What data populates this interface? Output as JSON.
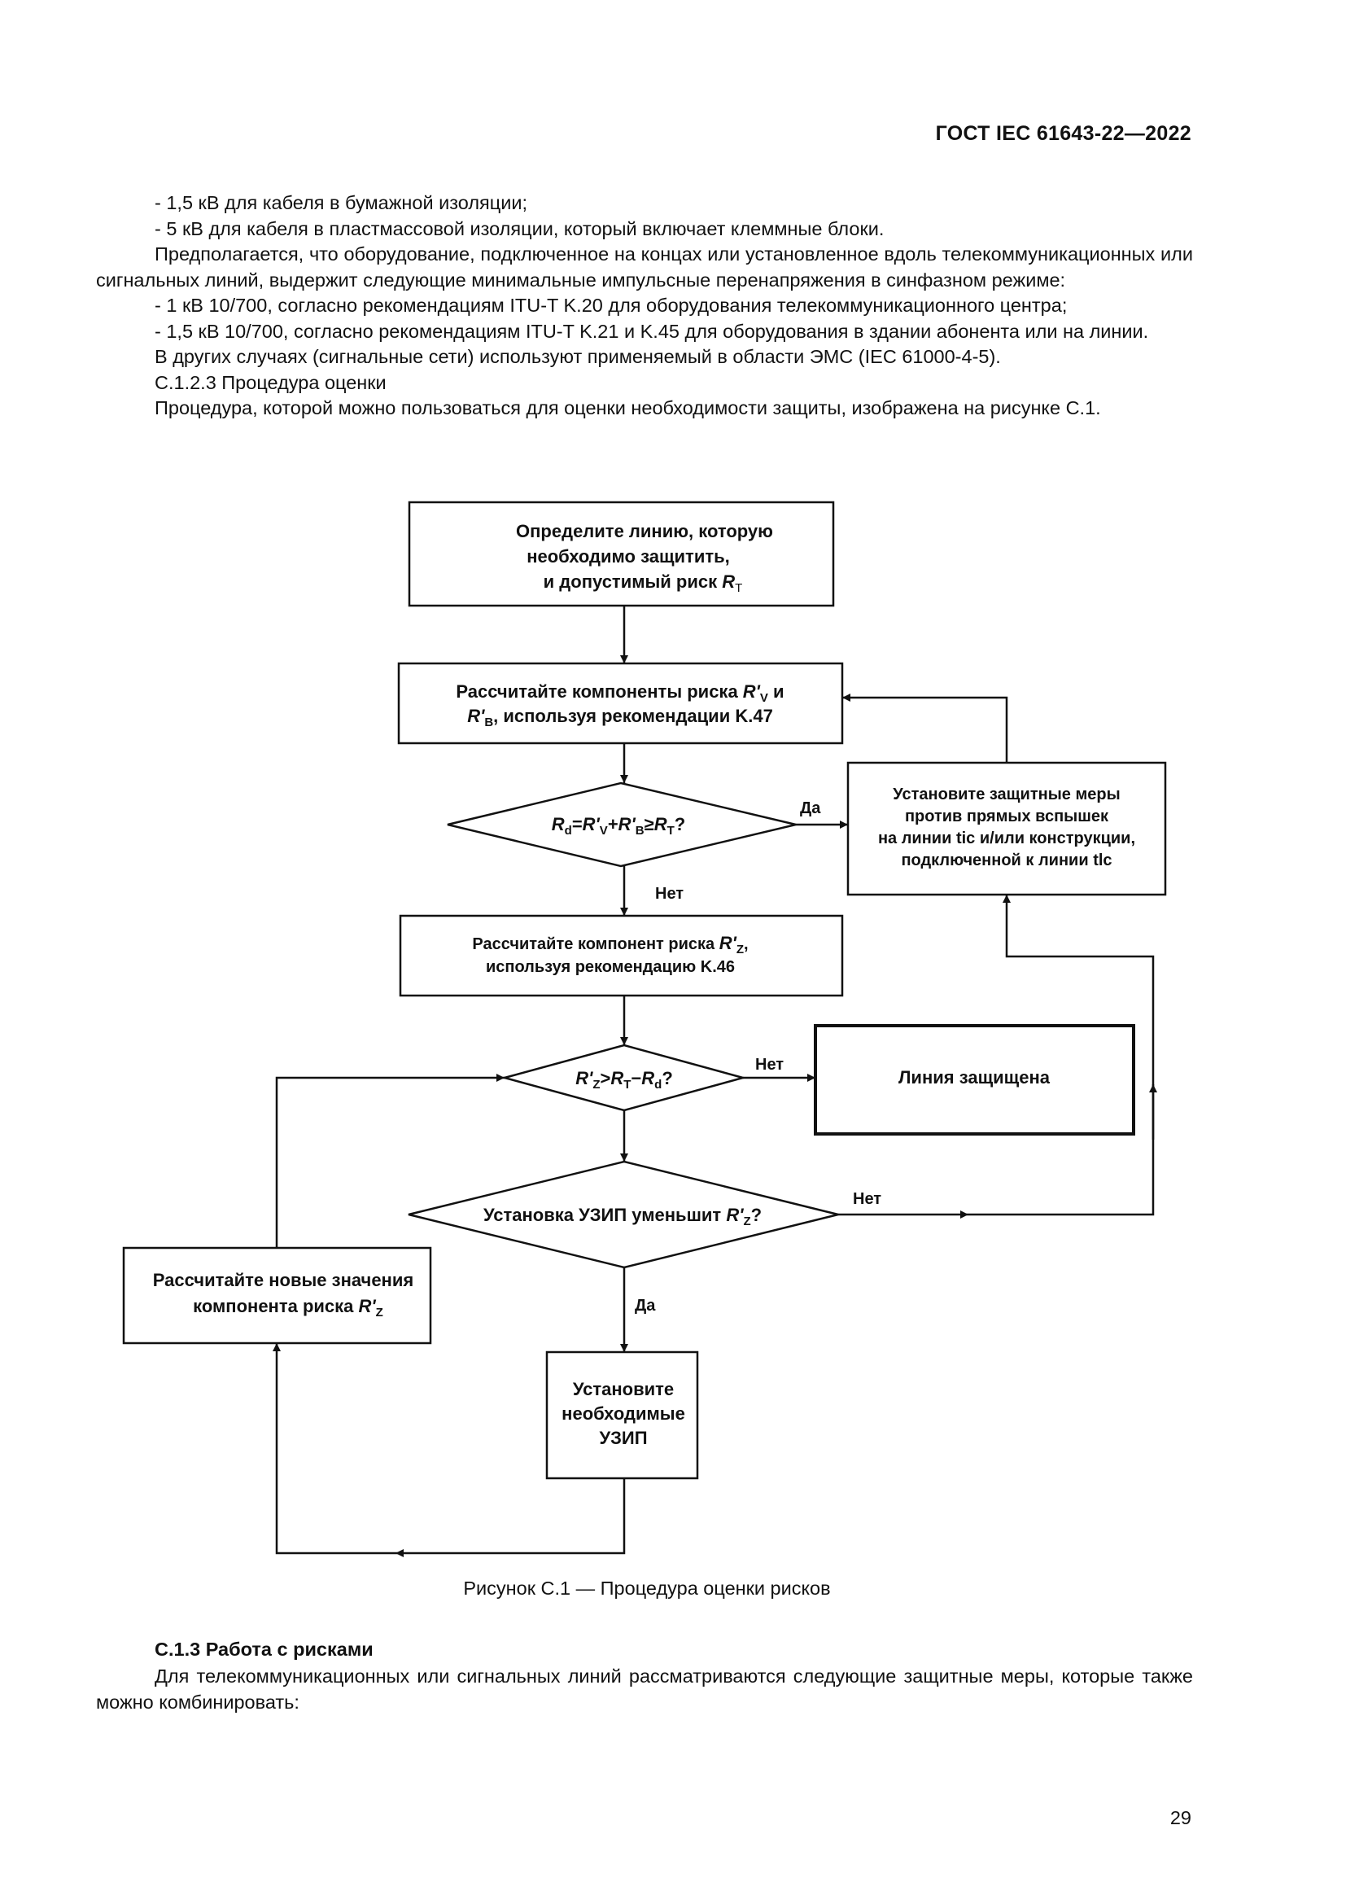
{
  "header": {
    "doc_code": "ГОСТ IEC 61643-22—2022"
  },
  "body_top": {
    "p1": "-  1,5 кВ для кабеля в бумажной изоляции;",
    "p2": "-  5 кВ для кабеля в пластмассовой изоляции, который включает клеммные блоки.",
    "p3": "Предполагается, что оборудование, подключенное на концах или установленное вдоль телекоммуникационных или сигнальных линий, выдержит следующие минимальные импульсные перенапряжения в синфазном режиме:",
    "p4": "-  1 кВ 10/700, согласно рекомендациям ITU-T K.20 для оборудования телекоммуникационного центра;",
    "p5": "-  1,5 кВ 10/700, согласно рекомендациям ITU-T K.21 и K.45 для оборудования в здании абонента или на линии.",
    "p6": "В других случаях (сигнальные сети) используют применяемый в области ЭМС (IEC 61000-4-5).",
    "p7": "С.1.2.3  Процедура оценки",
    "p8": "Процедура, которой можно пользоваться для оценки необходимости защиты, изображена на рисунке С.1."
  },
  "flowchart": {
    "box_define": {
      "l1": "Определите линию, которую",
      "l2": "необходимо защитить,",
      "l3": "и допустимый риск ",
      "var": "R",
      "sub": "T"
    },
    "box_calc1": {
      "l1a": "Рассчитайте компоненты риска ",
      "l1v": "R'",
      "l1s": "V",
      "l1b": " и",
      "l2v": "R'",
      "l2s": "B",
      "l2b": ", используя рекомендации K.47"
    },
    "dec1": {
      "rd": "R",
      "rd_s": "d",
      "eq": "=",
      "rv": "R'",
      "rv_s": "V",
      "plus": "+",
      "rb": "R'",
      "rb_s": "B",
      "ge": "≥",
      "rt": "R",
      "rt_s": "T",
      "q": "?"
    },
    "dec1_yes": "Да",
    "dec1_no": "Нет",
    "box_protect": {
      "l1": "Установите защитные меры",
      "l2": "против прямых вспышек",
      "l3": "на линии tic и/или конструкции,",
      "l4": "подключенной к линии tlc"
    },
    "box_calc2": {
      "l1a": "Рассчитайте компонент риска ",
      "l1v": "R'",
      "l1s": "Z",
      "l1b": ",",
      "l2": "используя рекомендацию K.46"
    },
    "dec2": {
      "rz": "R'",
      "rz_s": "Z",
      "gt": ">",
      "rt": "R",
      "rt_s": "T",
      "minus": "−",
      "rd": "R",
      "rd_s": "d",
      "q": "?"
    },
    "dec2_no": "Нет",
    "box_protected": "Линия защищена",
    "dec3": {
      "a": "Установка УЗИП уменьшит ",
      "v": "R'",
      "s": "Z",
      "q": "?"
    },
    "dec3_no": "Нет",
    "dec3_yes": "Да",
    "box_recalc": {
      "l1": "Рассчитайте новые значения",
      "l2a": "компонента риска ",
      "l2v": "R'",
      "l2s": "Z"
    },
    "box_install": {
      "l1": "Установите",
      "l2": "необходимые",
      "l3": "УЗИП"
    }
  },
  "caption": "Рисунок С.1 — Процедура оценки рисков",
  "section": {
    "title": "С.1.3  Работа с рисками",
    "text": "Для телекоммуникационных или сигнальных линий рассматриваются следующие защитные меры, которые также можно комбинировать:"
  },
  "page_number": "29"
}
